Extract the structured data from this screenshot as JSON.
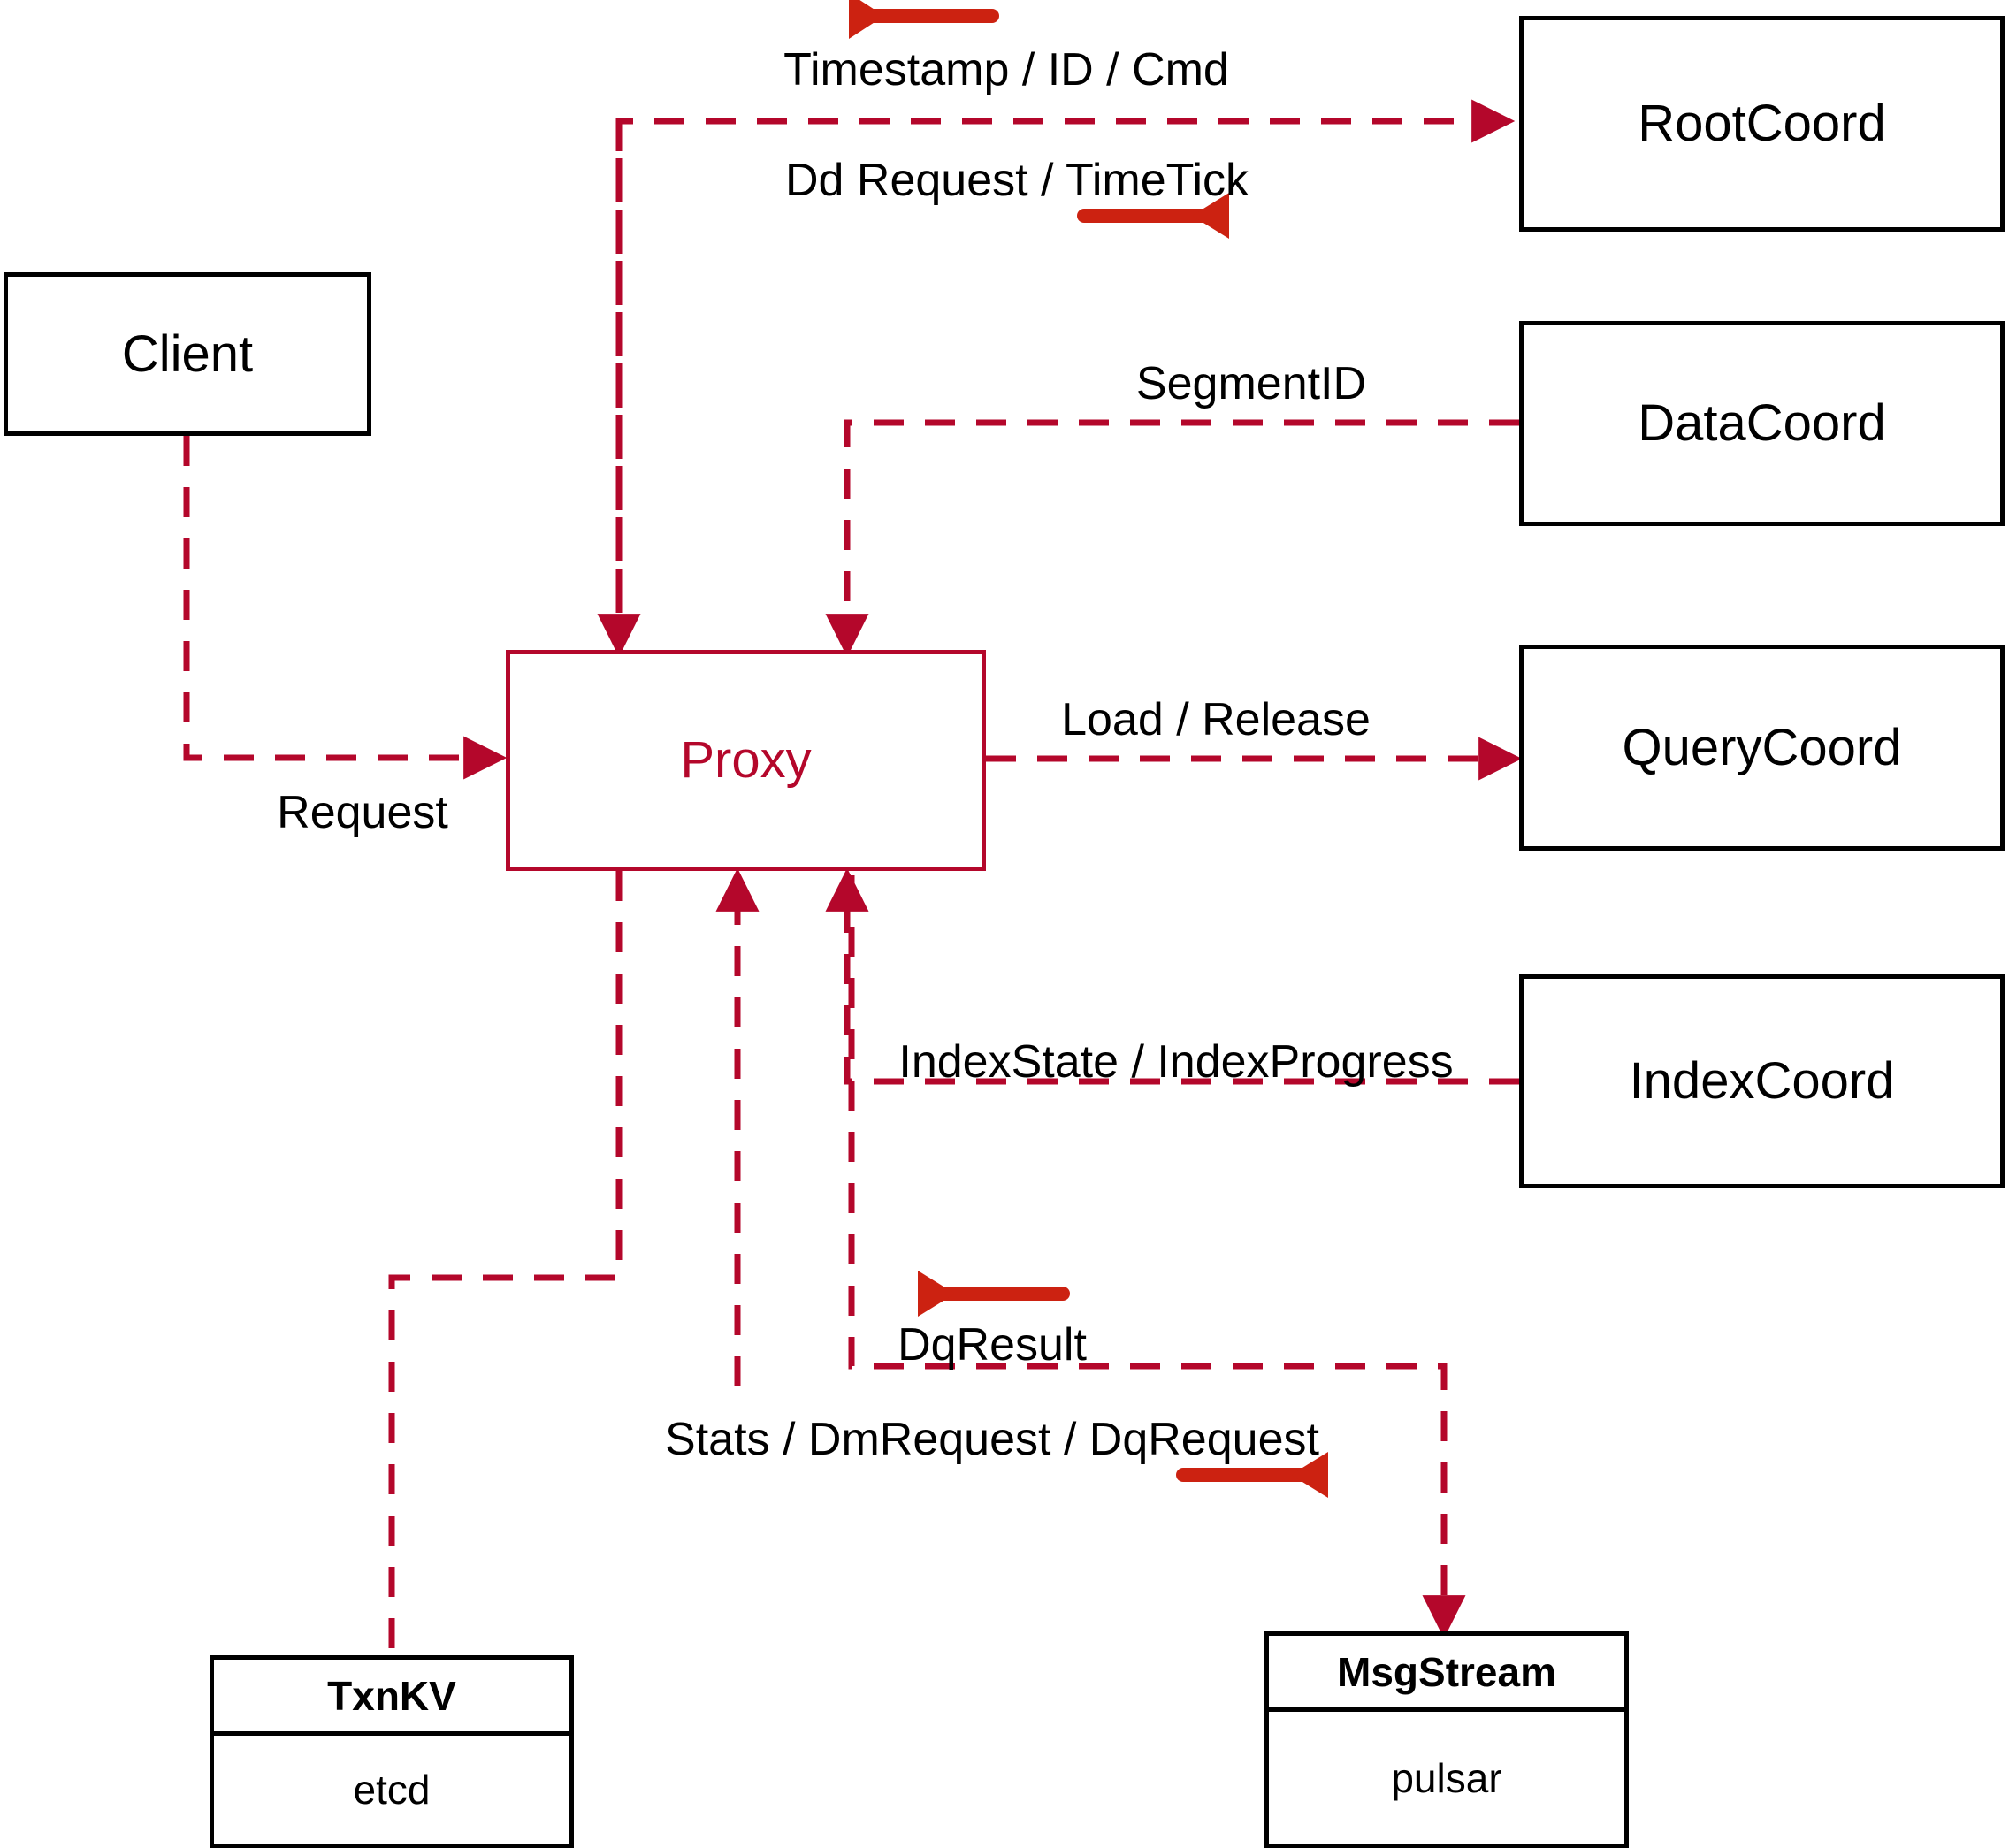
{
  "diagram": {
    "title": "Milvus Proxy architecture",
    "colors": {
      "node_border": "#000000",
      "proxy_accent": "#b4072b",
      "edge_dashed": "#b4072b",
      "legend_arrow": "#cc2211",
      "background": "#ffffff",
      "text": "#000000"
    }
  },
  "nodes": {
    "client": {
      "label": "Client"
    },
    "proxy": {
      "label": "Proxy"
    },
    "root_coord": {
      "label": "RootCoord"
    },
    "data_coord": {
      "label": "DataCoord"
    },
    "query_coord": {
      "label": "QueryCoord"
    },
    "index_coord": {
      "label": "IndexCoord"
    },
    "txn_kv": {
      "header": "TxnKV",
      "body": "etcd"
    },
    "msg_stream": {
      "header": "MsgStream",
      "body": "pulsar"
    }
  },
  "edge_labels": {
    "timestamp_id_cmd": "Timestamp / ID / Cmd",
    "dd_request_timetick": "Dd Request / TimeTick",
    "segment_id": "SegmentID",
    "request": "Request",
    "load_release": "Load / Release",
    "index_state_progress": "IndexState / IndexProgress",
    "dq_result": "DqResult",
    "stats_dm_dq_request": "Stats / DmRequest / DqRequest"
  },
  "legend_arrows": [
    {
      "name": "timestamp-id-cmd-direction",
      "direction": "left"
    },
    {
      "name": "dd-request-timetick-direction",
      "direction": "right"
    },
    {
      "name": "dq-result-direction",
      "direction": "left"
    },
    {
      "name": "stats-dm-dq-request-direction",
      "direction": "right"
    }
  ]
}
